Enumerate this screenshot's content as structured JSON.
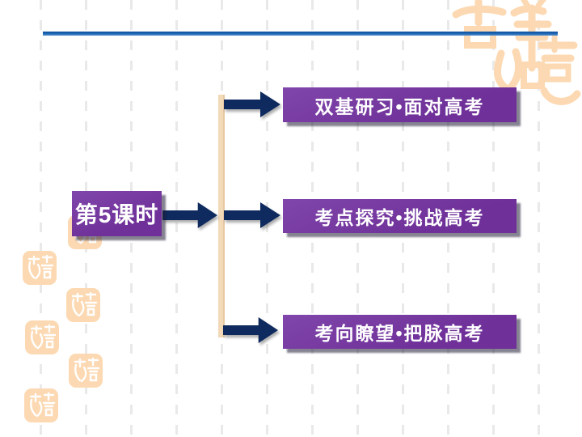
{
  "slide": {
    "lesson_box": {
      "label": "第5课时"
    },
    "nodes": [
      {
        "label": "双基研习•面对高考"
      },
      {
        "label": "考点探究•挑战高考"
      },
      {
        "label": "考向瞭望•把脉高考"
      }
    ]
  },
  "decorations": {
    "corner_seal_text": "吉祥如意",
    "stamp_icon": "jixiang-seal-stamp",
    "arrow_icon": "arrow-right"
  },
  "colors": {
    "box_purple": "#6f3199",
    "arrow_navy": "#0e2a5e",
    "spine_tan": "#f2d9b8",
    "rule_blue": "#1a62b0",
    "grid_dash": "#e9e9e9",
    "seal_peach": "#fcd9b2"
  }
}
